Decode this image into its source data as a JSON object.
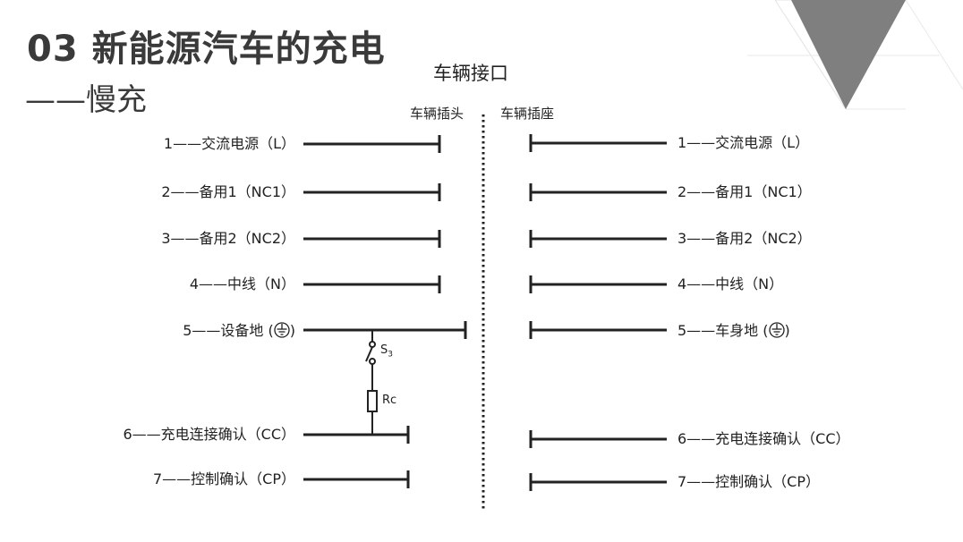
{
  "header": {
    "title": "03 新能源汽车的充电",
    "subtitle": "——慢充"
  },
  "interface": {
    "title": "车辆接口",
    "plug_label": "车辆插头",
    "socket_label": "车辆插座"
  },
  "plug_pins": [
    {
      "text": "1——交流电源（L）"
    },
    {
      "text": "2——备用1（NC1）"
    },
    {
      "text": "3——备用2（NC2）"
    },
    {
      "text": "4——中线（N）"
    },
    {
      "text": "5——设备地 (",
      "ground_symbol": "protective-earth-icon",
      "suffix": ")"
    },
    {
      "text": "6——充电连接确认（CC）"
    },
    {
      "text": "7——控制确认（CP）"
    }
  ],
  "socket_pins": [
    {
      "text": "1——交流电源（L）"
    },
    {
      "text": "2——备用1（NC1）"
    },
    {
      "text": "3——备用2（NC2）"
    },
    {
      "text": "4——中线（N）"
    },
    {
      "text": "5——车身地 (",
      "ground_symbol": "protective-earth-icon",
      "suffix": ")"
    },
    {
      "text": "6——充电连接确认（CC）"
    },
    {
      "text": "7——控制确认（CP）"
    }
  ],
  "components": {
    "switch_label": "S",
    "switch_subscript": "3",
    "resistor_label": "Rc"
  },
  "colors": {
    "line": "#222222",
    "title": "#3a3a3a",
    "decor_triangle": "#7f7f7f"
  }
}
